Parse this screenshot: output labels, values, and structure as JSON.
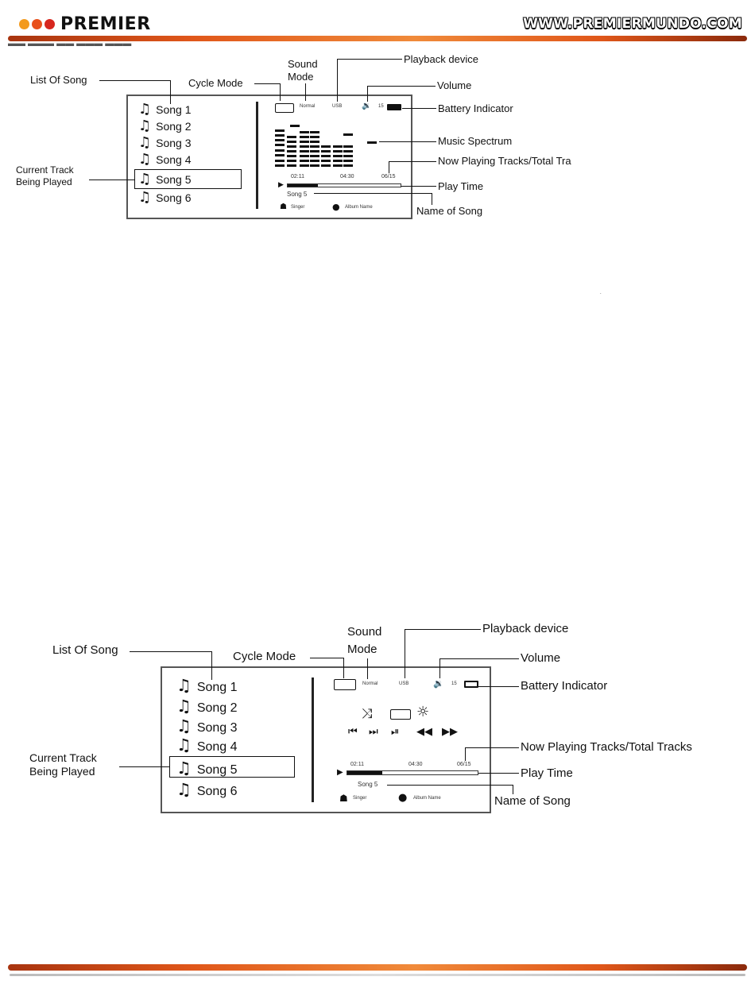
{
  "header": {
    "brand": "PREMIER",
    "website": "WWW.PREMIERMUNDO.COM",
    "logo_dot_colors": [
      "#f39a1e",
      "#e8501b",
      "#d7261e"
    ],
    "accent_bar_color": "#e0571a"
  },
  "diagram_top": {
    "labels": {
      "list_of_song": "List Of Song",
      "cycle_mode": "Cycle Mode",
      "sound_mode": "Sound Mode",
      "playback_device": "Playback device",
      "volume": "Volume",
      "battery": "Battery Indicator",
      "spectrum": "Music Spectrum",
      "tracks": "Now Playing Tracks/Total Tra",
      "play_time": "Play Time",
      "name_of_song": "Name of Song",
      "current_track": "Current Track Being Played"
    },
    "songs": [
      "Song 1",
      "Song 2",
      "Song 3",
      "Song 4",
      "Song 5",
      "Song 6"
    ],
    "screen": {
      "sound_mode_value": "Normal",
      "device_value": "USB",
      "volume_value": "15",
      "elapsed": "02:11",
      "total": "04:30",
      "tracks": "06/15",
      "song_name": "Song 5",
      "singer": "Singer",
      "album": "Album Name",
      "progress": 0.27
    }
  },
  "diagram_bottom": {
    "labels": {
      "list_of_song": "List Of Song",
      "cycle_mode": "Cycle Mode",
      "sound_mode": "Sound Mode",
      "playback_device": "Playback device",
      "volume": "Volume",
      "battery": "Battery Indicator",
      "tracks": "Now Playing Tracks/Total Tracks",
      "play_time": "Play Time",
      "name_of_song": "Name of Song",
      "current_track": "Current Track Being Played"
    },
    "songs": [
      "Song 1",
      "Song 2",
      "Song 3",
      "Song 4",
      "Song 5",
      "Song 6"
    ],
    "screen": {
      "sound_mode_value": "Normal",
      "device_value": "USB",
      "volume_value": "15",
      "elapsed": "02:11",
      "total": "04:30",
      "tracks": "06/15",
      "song_name": "Song 5",
      "singer": "Singer",
      "album": "Album Name",
      "progress": 0.27
    },
    "controls": {
      "row1_icons": [
        "shuffle-icon",
        "repeat-icon",
        "brightness-icon"
      ],
      "row2_icons": [
        "previous-icon",
        "next-icon",
        "play-pause-icon",
        "rewind-icon",
        "fast-forward-icon"
      ]
    }
  }
}
